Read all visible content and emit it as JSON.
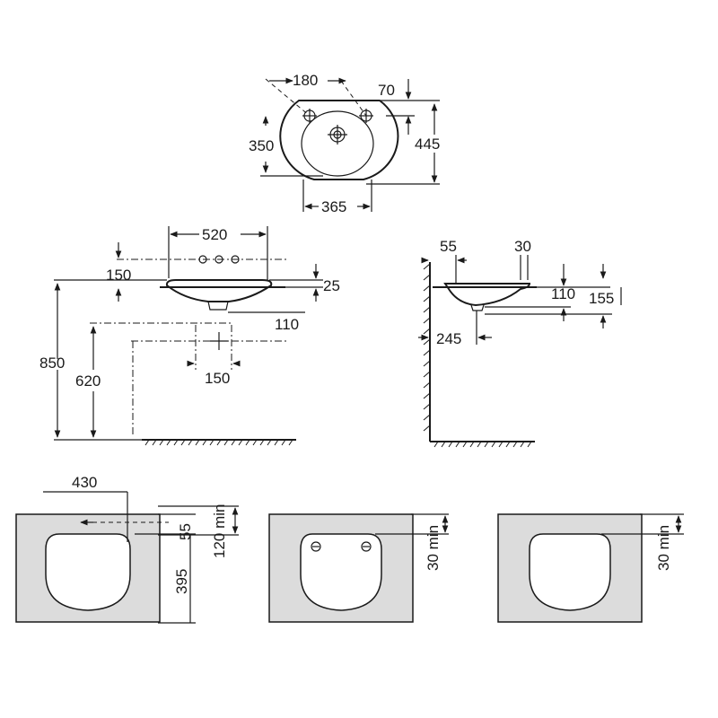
{
  "top_view": {
    "dim_width_taps": "180",
    "dim_offset": "70",
    "dim_inner_depth": "350",
    "dim_depth": "445",
    "dim_width": "365"
  },
  "front_view": {
    "dim_width": "520",
    "dim_tap_height": "150",
    "dim_rim": "25",
    "dim_waste": "110",
    "dim_height": "850",
    "dim_supply_height": "620",
    "dim_supply_spacing": "150"
  },
  "side_view": {
    "dim_wall_gap": "55",
    "dim_rim_width": "30",
    "dim_bowl_depth": "110",
    "dim_total_depth": "155",
    "dim_waste_offset": "245"
  },
  "cutouts": [
    {
      "dim_horizontal": "430",
      "dim_edge": "55",
      "dim_min": "120 min",
      "dim_cut_depth": "395"
    },
    {
      "dim_min": "30 min"
    },
    {
      "dim_min": "30 min"
    }
  ]
}
